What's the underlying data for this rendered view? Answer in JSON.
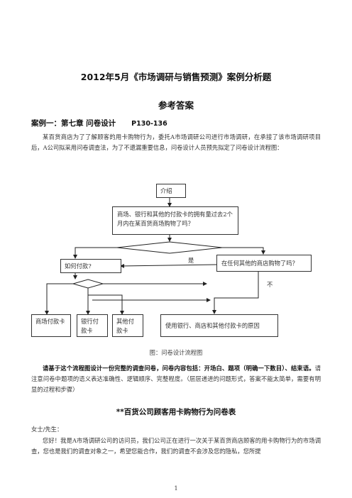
{
  "doc": {
    "title": "2012年5月《市场调研与销售预测》案例分析题",
    "subtitle": "参考答案",
    "case_heading": "案例一：第七章  问卷设计",
    "case_pages": "P130-136",
    "intro_paragraph": "某百货商店为了了解顾客的用卡购物行为，委托A市场调研公司进行市场调研，在承接了该市场调研项目后，A公司拟采用问卷调查法，为了不遗漏重要信息，问卷设计人员预先拟定了问卷设计流程图：",
    "figure_caption": "图：问卷设计流程图",
    "instruction_bold": "请基于这个流程图设计一份完整的调查问卷，问卷内容包括：开场白、题项（明确一下数目）、结束语。",
    "instruction_normal": "请注意问卷中题项的语义表达准确性、逻辑顺序、完整程度。（层层递进的问题形式，答案不能太简单，需要有明显的过程和步骤）",
    "survey_title": "**百货公司顾客用卡购物行为问卷表",
    "greeting": "女士/先生：",
    "survey_intro": "您好！我是A市场调研公司的访问员，我们公司正在进行一次关于某百货商店顾客的用卡购物行为的市场调查，您也是我们的调查对象之一，希望您能合作，我们的调查不会涉及您的隐私，您所提",
    "page_number": "1"
  },
  "flowchart": {
    "intro": "介绍",
    "question1": "商场、银行和其他的付款卡的拥有量过去2个月内在某百货商场购物了吗？",
    "yes_label": "是",
    "no_label": "不",
    "how_pay": "如何付款?",
    "other_store": "在任何其他的商店购物了吗？",
    "store_card": "商场付款卡",
    "bank_card": "银行付款卡",
    "other_card": "其他付款卡",
    "reasons": "使用银行、商店和其他付款卡的原因"
  }
}
